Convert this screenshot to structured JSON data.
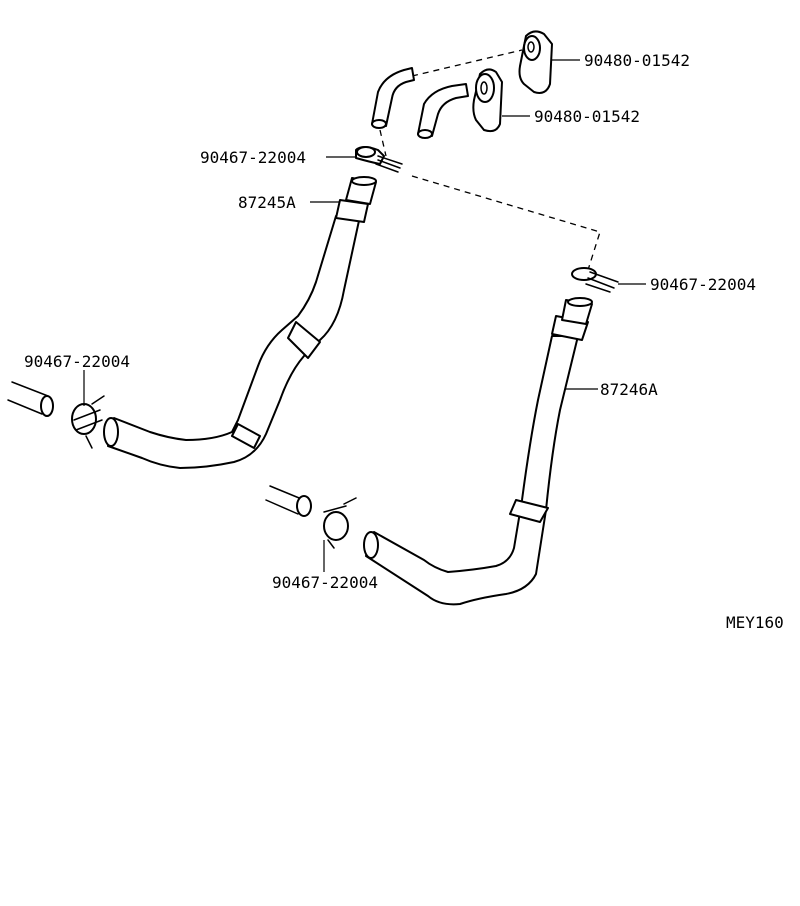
{
  "labels": {
    "grommet_upper": "90480-01542",
    "grommet_lower": "90480-01542",
    "clamp_upper_left": "90467-22004",
    "hose_left": "87245A",
    "clamp_right": "90467-22004",
    "hose_right": "87246A",
    "clamp_left": "90467-22004",
    "clamp_bottom": "90467-22004",
    "diagram_code": "MEY160"
  }
}
